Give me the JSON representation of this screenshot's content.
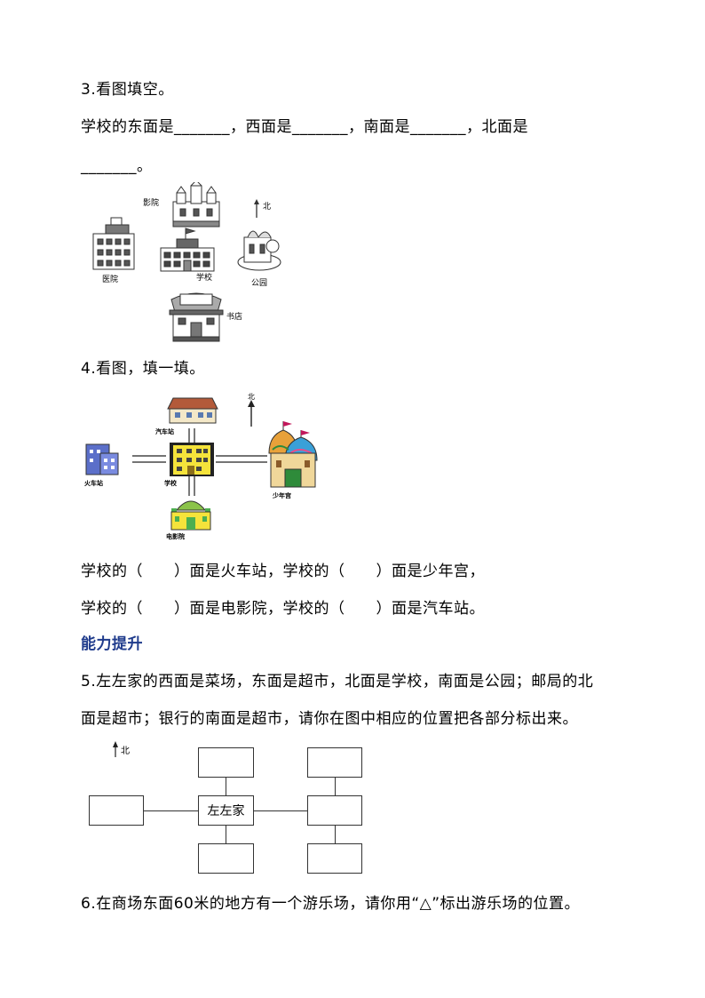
{
  "q3": {
    "title": "3.看图填空。",
    "line1": "学校的东面是_______，西面是_______，南面是_______，北面是",
    "line2": "_______。",
    "labels": {
      "cinema": "影院",
      "north": "北",
      "hospital": "医院",
      "school": "学校",
      "park": "公园",
      "bookstore": "书店"
    }
  },
  "q4": {
    "title": "4.看图，填一填。",
    "labels": {
      "north": "北",
      "bus_station": "汽车站",
      "train_station": "火车站",
      "school": "学校",
      "youth_palace": "少年宫",
      "cinema": "电影院"
    },
    "line1": "学校的（　　）面是火车站，学校的（　　）面是少年宫，",
    "line2": "学校的（　　）面是电影院，学校的（　　）面是汽车站。"
  },
  "section": {
    "heading": "能力提升"
  },
  "q5": {
    "line1": "5.左左家的西面是菜场，东面是超市，北面是学校，南面是公园；邮局的北",
    "line2": "面是超市；银行的南面是超市，请你在图中相应的位置把各部分标出来。",
    "north": "北",
    "center": "左左家"
  },
  "q6": {
    "line1": "6.在商场东面60米的地方有一个游乐场，请你用“△”标出游乐场的位置。"
  }
}
